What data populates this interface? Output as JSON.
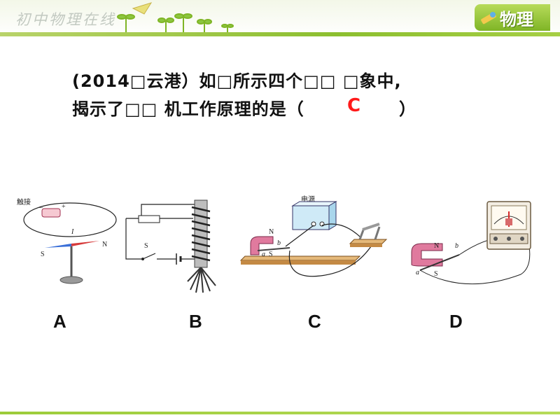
{
  "header": {
    "brand": "初中物理在线",
    "subject": "物理"
  },
  "question": {
    "line1": "(2014□云港）如□所示四个□□ □象中,",
    "line2": "揭示了□□ 机工作原理的是（",
    "paren_close": "）",
    "answer": "C"
  },
  "figures": [
    {
      "label": "A",
      "text_touch": "触接",
      "text_I": "I",
      "text_S": "S",
      "text_N": "N",
      "text_minus": "−",
      "text_plus": "+"
    },
    {
      "label": "B",
      "text_S": "S"
    },
    {
      "label": "C",
      "text_power": "电源",
      "text_N": "N",
      "text_S": "S",
      "text_a": "a",
      "text_b": "b"
    },
    {
      "label": "D",
      "text_N": "N",
      "text_S": "S",
      "text_a": "a",
      "text_b": "b"
    }
  ],
  "colors": {
    "accent": "#8cbf2f",
    "answer": "#ff1a1a"
  }
}
